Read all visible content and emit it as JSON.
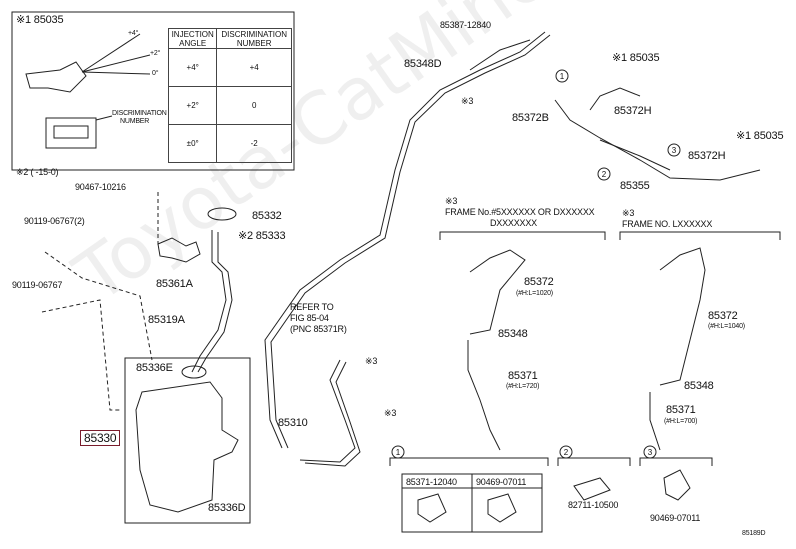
{
  "watermark": "Toyota-CatMine.ru",
  "inset_top": {
    "title": "※1 85035",
    "angles": [
      "+4°",
      "+2°",
      "0°"
    ],
    "discrimination_label_1": "DISCRIMINATION",
    "discrimination_label_2": "NUMBER",
    "table": {
      "headers": [
        [
          "INJECTION",
          "ANGLE"
        ],
        [
          "DISCRIMINATION",
          "NUMBER"
        ]
      ],
      "rows": [
        [
          "+4°",
          "+4"
        ],
        [
          "+2°",
          "0"
        ],
        [
          "±0°",
          "-2"
        ]
      ]
    }
  },
  "note_x2": "※2 (  -15-0)",
  "labels": {
    "p90467": "90467-10216",
    "p90119a": "90119-06767(2)",
    "p90119b": "90119-06767",
    "p85332": "85332",
    "p85333": "※2 85333",
    "p85361a": "85361A",
    "p85319a": "85319A",
    "p85336e": "85336E",
    "p85330": "85330",
    "p85336d": "85336D",
    "p85310": "85310",
    "refer1": "REFER TO",
    "refer2": "FIG 85-04",
    "refer3": "(PNC 85371R)",
    "x3a": "※3",
    "x3b": "※3",
    "x3c": "※3",
    "p85387": "85387-12840",
    "p85348d": "85348D",
    "p85372b": "85372B",
    "p85035a": "※1 85035",
    "p85372h": "85372H",
    "p85035b": "※1 85035",
    "p85372h2": "85372H",
    "p85355": "85355",
    "frame1_x": "※3",
    "frame1_a": "FRAME No.#5XXXXXX OR DXXXXXX",
    "frame1_b": "DXXXXXXX",
    "frame2_x": "※3",
    "frame2_a": "FRAME NO. LXXXXXX",
    "f1_85372": "85372",
    "f1_85372_sub": "(#H:L=1020)",
    "f1_85348": "85348",
    "f1_85371": "85371",
    "f1_85371_sub": "(#H:L=720)",
    "f2_85372": "85372",
    "f2_85372_sub": "(#H:L=1040)",
    "f2_85348": "85348",
    "f2_85371": "85371",
    "f2_85371_sub": "(#H:L=700)",
    "leg1_a": "85371-12040",
    "leg1_b": "90469-07011",
    "leg2": "82711-10500",
    "leg3": "90469-07011",
    "fig_id": "85189D"
  },
  "callouts": [
    "1",
    "2",
    "3"
  ]
}
